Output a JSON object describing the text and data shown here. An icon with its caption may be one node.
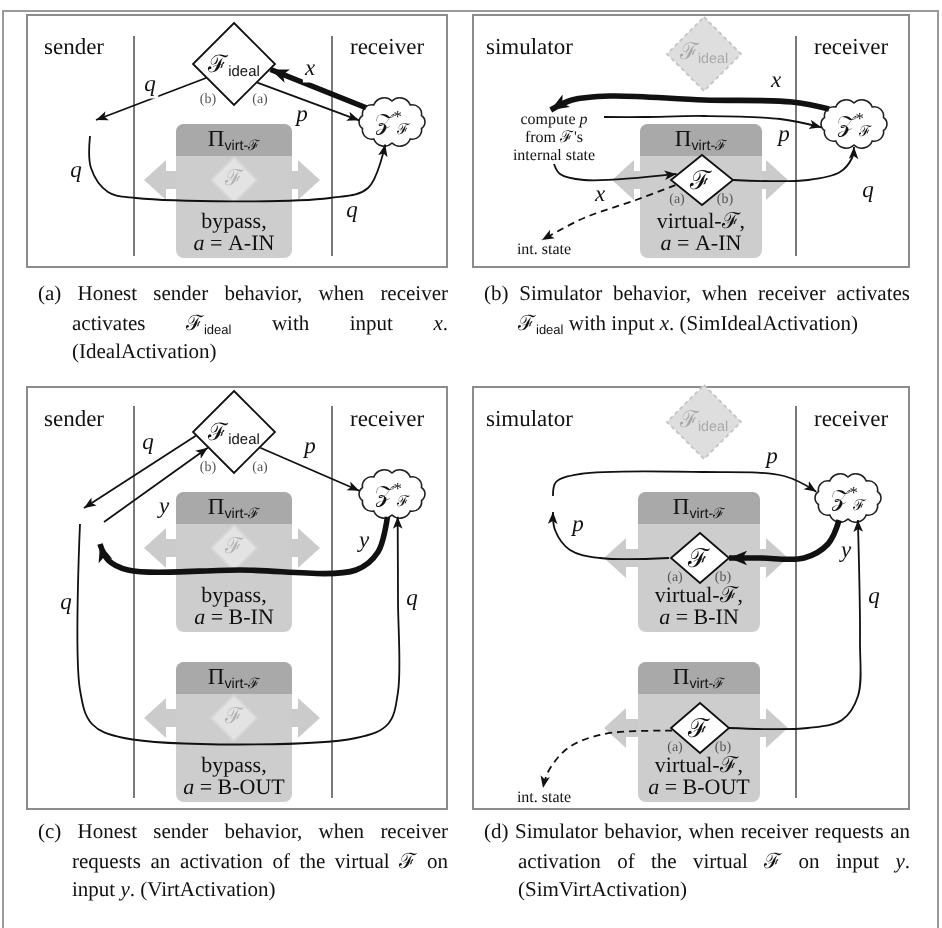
{
  "diagram": {
    "nodes": [
      {
        "text": [
          "sender",
          "receiver"
        ],
        "beside": [
          "(a) Honest sender behavior, when receiver activates ℱ$_{ideal}$ with input *x*. (IdealActivation)"
        ]
      },
      {
        "text": [
          "ℱ$_{ideal}$"
        ],
        "in": 0,
        "beside": [
          "(b)",
          "(a)"
        ]
      },
      {
        "text": [
          "𝒵$^{*}$$_{ℱ}$"
        ],
        "in": 0
      },
      {
        "text": [
          "Π$_{virt-ℱ}$",
          "bypass, *a* = A-IN"
        ],
        "in": 0
      },
      {
        "text": [
          "ℱ"
        ],
        "in": 3
      },
      {
        "text": [
          "simulator",
          "receiver"
        ],
        "beside": [
          "(b) Simulator behavior, when receiver activates ℱ$_{ideal}$ with input *x*. (SimIdealActivation)"
        ]
      },
      {
        "text": [
          "ℱ$_{ideal}$"
        ],
        "in": 5
      },
      {
        "text": [
          "compute *p* from ℱ's internal state"
        ],
        "in": 5
      },
      {
        "text": [
          "𝒵$^{*}$$_{ℱ}$"
        ],
        "in": 5
      },
      {
        "text": [
          "Π$_{virt-ℱ}$",
          "virtual-ℱ, *a* = A-IN"
        ],
        "in": 5
      },
      {
        "text": [
          "ℱ"
        ],
        "in": 9,
        "beside": [
          "(a)",
          "(b)"
        ]
      },
      {
        "text": [
          "int. state"
        ],
        "in": 5
      },
      {
        "text": [
          "sender",
          "receiver"
        ],
        "beside": [
          "(c) Honest sender behavior, when receiver requests an activation of the virtual ℱ on input *y*. (VirtActivation)"
        ]
      },
      {
        "text": [
          "ℱ$_{ideal}$"
        ],
        "in": 12,
        "beside": [
          "(b)",
          "(a)"
        ]
      },
      {
        "text": [
          "𝒵$^{*}$$_{ℱ}$"
        ],
        "in": 12
      },
      {
        "text": [
          "Π$_{virt-ℱ}$",
          "bypass, *a* = B-IN"
        ],
        "in": 12
      },
      {
        "text": [
          "ℱ"
        ],
        "in": 15
      },
      {
        "text": [
          "Π$_{virt-ℱ}$",
          "bypass, *a* = B-OUT"
        ],
        "in": 12
      },
      {
        "text": [
          "ℱ"
        ],
        "in": 17
      },
      {
        "text": [
          "simulator",
          "receiver"
        ],
        "beside": [
          "(d) Simulator behavior, when receiver requests an activation of the virtual ℱ on input *y*. (SimVirtActivation)"
        ]
      },
      {
        "text": [
          "ℱ$_{ideal}$"
        ],
        "in": 19
      },
      {
        "text": [
          "𝒵$^{*}$$_{ℱ}$"
        ],
        "in": 19
      },
      {
        "text": [
          "Π$_{virt-ℱ}$",
          "virtual-ℱ, *a* = B-IN"
        ],
        "in": 19
      },
      {
        "text": [
          "ℱ"
        ],
        "in": 22,
        "beside": [
          "(a)",
          "(b)"
        ]
      },
      {
        "text": [
          "Π$_{virt-ℱ}$",
          "virtual-ℱ, *a* = B-OUT"
        ],
        "in": 19
      },
      {
        "text": [
          "ℱ"
        ],
        "in": 24,
        "beside": [
          "(a)",
          "(b)"
        ]
      },
      {
        "text": [
          "int. state"
        ],
        "in": 19
      }
    ],
    "edges": [
      {
        "from": 2,
        "to": 1,
        "arrow": "to",
        "label": "x",
        "style": "thick"
      },
      {
        "from": 1,
        "to": 2,
        "arrow": "to",
        "label": "p"
      },
      {
        "from": 1,
        "to": null,
        "arrow": "to",
        "label": "q"
      },
      {
        "from": null,
        "to": 2,
        "arrow": "to",
        "label": "q"
      },
      {
        "from": 8,
        "to": 7,
        "arrow": "to",
        "label": "x",
        "style": "thick"
      },
      {
        "from": 7,
        "to": 8,
        "arrow": "to",
        "label": "p"
      },
      {
        "from": 7,
        "to": 10,
        "arrow": "to",
        "label": "x"
      },
      {
        "from": 10,
        "to": 8,
        "arrow": "to",
        "label": "q"
      },
      {
        "from": 10,
        "to": 11,
        "arrow": "to",
        "style": "dashed"
      },
      {
        "from": 13,
        "to": null,
        "arrow": "to",
        "label": "q"
      },
      {
        "from": null,
        "to": 13,
        "arrow": "to",
        "label": "y"
      },
      {
        "from": 13,
        "to": 14,
        "arrow": "to",
        "label": "p"
      },
      {
        "from": 14,
        "to": null,
        "arrow": "to",
        "label": "y",
        "style": "thick"
      },
      {
        "from": null,
        "to": 14,
        "arrow": "to",
        "label": "q"
      },
      {
        "from": 23,
        "to": null,
        "arrow": "to",
        "label": "p"
      },
      {
        "from": null,
        "to": 21,
        "arrow": "to",
        "label": "p"
      },
      {
        "from": 21,
        "to": 23,
        "arrow": "to",
        "label": "y",
        "style": "thick"
      },
      {
        "from": 25,
        "to": 21,
        "arrow": "to",
        "label": "q"
      },
      {
        "from": 25,
        "to": 26,
        "arrow": "to",
        "style": "dashed"
      }
    ],
    "labels": [
      "q",
      "q"
    ]
  }
}
